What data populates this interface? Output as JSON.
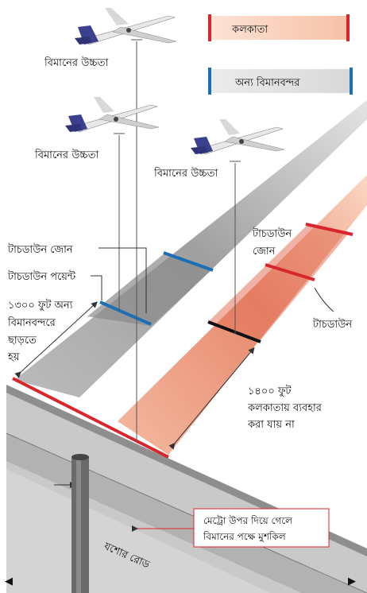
{
  "legend": {
    "kolkata": "কলকাতা",
    "other_airports": "অন্য বিমানবন্দর",
    "kolkata_color": "#d7262e",
    "other_color": "#1c6fb5"
  },
  "labels": {
    "plane_height_1": "বিমানের উচ্চতা",
    "plane_height_2": "বিমানের উচ্চতা",
    "plane_height_3": "বিমানের উচ্চতা",
    "touchdown_zone_left": "টাচডাউন জোন",
    "touchdown_point": "টাচডাউন পয়েন্ট",
    "dist_1300_l1": "১৩০০ ফুট অন্য",
    "dist_1300_l2": "বিমানবন্দরে",
    "dist_1300_l3": "ছাড়তে",
    "dist_1300_l4": "হয়",
    "touchdown_zone_right_l1": "টাচডাউন",
    "touchdown_zone_right_l2": "জোন",
    "touchdown": "টাচডাউন",
    "dist_1400_l1": "১৪০০ ফুট",
    "dist_1400_l2": "কলকাতায় ব্যবহার",
    "dist_1400_l3": "করা যায় না",
    "metro_l1": "মেট্রো উপর দিয়ে গেলে",
    "metro_l2": "বিমানের পক্ষে মুশকিল",
    "road": "যশোর রোড"
  },
  "nav": {
    "prev": "◀",
    "next": "▶"
  }
}
